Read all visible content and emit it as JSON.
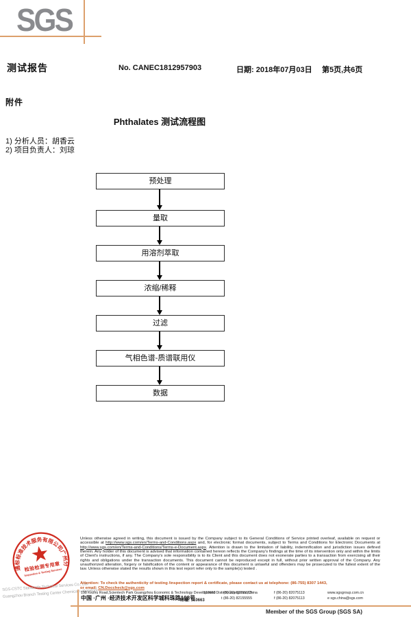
{
  "header": {
    "logo_text": "SGS",
    "report_title": "测试报告",
    "report_no": "No. CANEC1812957903",
    "date": "日期: 2018年07月03日",
    "pages": "第5页,共6页"
  },
  "attachment": {
    "label": "附件",
    "flow_title": "Phthalates 测试流程图",
    "notes": [
      "1) 分析人员：胡香云",
      "2) 项目负责人：刘琼"
    ]
  },
  "flowchart": {
    "steps": [
      "预处理",
      "量取",
      "用溶剂萃取",
      "浓缩/稀释",
      "过滤",
      "气相色谱-质谱联用仪",
      "数据"
    ]
  },
  "stamp": {
    "company_arc": "通标标准技术服务有限公司广州分公司",
    "seal_text": "检验检测专用章",
    "seal_subtext": "Inspection & Testing Services",
    "gray_line1": "SGS-CSTC Standards Technical Services Co., Ltd.",
    "gray_line2": "Guangzhou Branch Testing Center Chemical Laboratory."
  },
  "footer": {
    "disclaimer_part1": "Unless otherwise agreed in writing, this document is issued by the Company subject to its General Conditions of Service printed overleaf, available on request or accessible at ",
    "disclaimer_url1": "http://www.sgs.com/en/Terms-and-Conditions.aspx",
    "disclaimer_part2": " and, for electronic format documents, subject to Terms and Conditions for Electronic Documents at ",
    "disclaimer_url2": "http://www.sgs.com/en/Terms-and-Conditions/Terms-e-Document.aspx",
    "disclaimer_part3": ". Attention is drawn to the limitation of liability, indemnification and jurisdiction issues defined therein. Any holder of this document is advised that information contained hereon reflects the Company's findings at the time of its intervention only and within the limits of Client's instructions, if any. The Company's sole responsibility is to its Client and this document does not exonerate parties to a transaction from exercising all their rights and obligations under the transaction documents. This document cannot be reproduced except in full, without prior written approval of the Company. Any unauthorized alteration, forgery or falsification of the content or appearance of this document is unlawful and offenders may be prosecuted to the fullest extent of the law. Unless otherwise stated the results shown in this test report refer only to the sample(s) tested .",
    "attention_line1": "Attention: To check the authenticity of testing /inspection report & certificate, please contact us at telephone: (86-755) 8307 1443,",
    "attention_line2_prefix": "or email: ",
    "attention_email": "CN.Doccheck@sgs.com",
    "address_en": "198 Kezhu Road,Scientech Park Guangzhou Economic & Technology Development District,Guangzhou,China",
    "address_en_postal": "510663",
    "tel": "t (86-20) 82155555",
    "fax": "f (86-20) 82075113",
    "web": "www.sgsgroup.com.cn",
    "address_cn": "中国 ·广州 ·经济技术开发区科学城科珠路198号",
    "address_cn_postal": "邮编: 510663",
    "email": "e sgs.china@sgs.com",
    "member": "Member of the SGS Group (SGS SA)"
  },
  "colors": {
    "accent_orange": "#dc9f6b",
    "stamp_red": "#cf2b20",
    "attention_orange": "#c2561f",
    "logo_gray": "#8a8b8e"
  }
}
